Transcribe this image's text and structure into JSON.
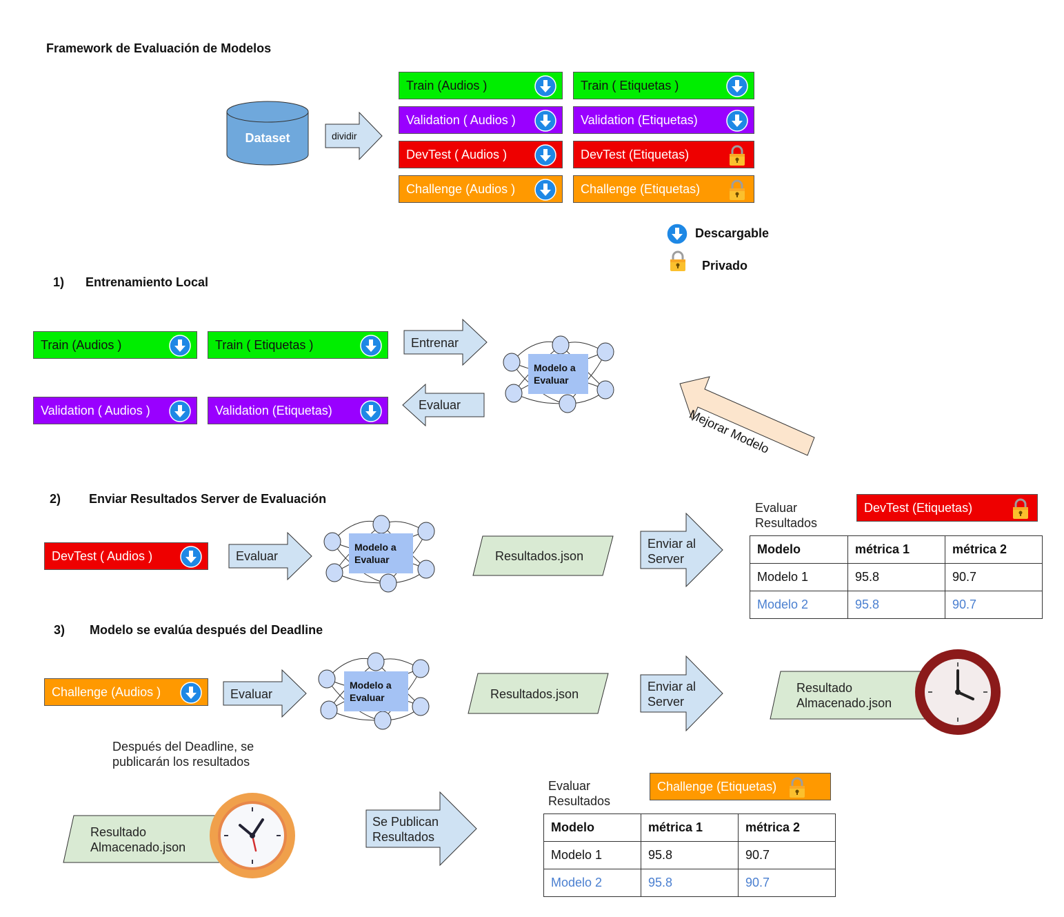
{
  "title": "Framework de Evaluación de Modelos",
  "dataset": {
    "label": "Dataset",
    "arrow_label": "dividir"
  },
  "splits": [
    {
      "audios": "Train (Audios )",
      "labels": "Train ( Etiquetas )"
    },
    {
      "audios": "Validation ( Audios )",
      "labels": "Validation (Etiquetas)"
    },
    {
      "audios": "DevTest  ( Audios )",
      "labels": "DevTest (Etiquetas)"
    },
    {
      "audios": "Challenge (Audios )",
      "labels": "Challenge (Etiquetas)"
    }
  ],
  "legend": {
    "download": "Descargable",
    "private": "Privado"
  },
  "colors": {
    "green": "#00ee00",
    "purple": "#9900ff",
    "red": "#ee0000",
    "orange": "#ff9900",
    "arrow": "#cfe2f3",
    "doc": "#d9ead3",
    "node": "#a4c2f4",
    "improve": "#fce5cd"
  },
  "step1": {
    "num": "1)",
    "title": "Entrenamiento Local",
    "train_audios": "Train (Audios )",
    "train_labels": "Train ( Etiquetas )",
    "val_audios": "Validation ( Audios )",
    "val_labels": "Validation (Etiquetas)",
    "train_arrow": "Entrenar",
    "eval_arrow": "Evaluar",
    "model": [
      "Modelo a",
      "Evaluar"
    ],
    "improve": "Mejorar Modelo"
  },
  "step2": {
    "num": "2)",
    "title": "Enviar Resultados Server de Evaluación",
    "input": "DevTest  ( Audios )",
    "eval_arrow": "Evaluar",
    "model": [
      "Modelo a",
      "Evaluar"
    ],
    "results_file": "Resultados.json",
    "send_arrow": [
      "Enviar al",
      "Server"
    ],
    "eval_results": [
      "Evaluar",
      "Resultados"
    ],
    "private_labels": "DevTest (Etiquetas)",
    "table": {
      "headers": [
        "Modelo",
        "métrica 1",
        "métrica 2"
      ],
      "rows": [
        [
          "Modelo 1",
          "95.8",
          "90.7"
        ],
        [
          "Modelo 2",
          "95.8",
          "90.7"
        ]
      ]
    }
  },
  "step3": {
    "num": "3)",
    "title": "Modelo se evalúa después del Deadline",
    "input": "Challenge (Audios )",
    "eval_arrow": "Evaluar",
    "model": [
      "Modelo a",
      "Evaluar"
    ],
    "results_file": "Resultados.json",
    "send_arrow": [
      "Enviar al",
      "Server"
    ],
    "stored": [
      "Resultado",
      "Almacenado.json"
    ],
    "note": [
      "Después del Deadline, se",
      "publicarán los resultados"
    ],
    "stored2": [
      "Resultado",
      "Almacenado.json"
    ],
    "publish_arrow": [
      "Se Publican",
      "Resultados"
    ],
    "eval_results": [
      "Evaluar",
      "Resultados"
    ],
    "private_labels": "Challenge  (Etiquetas)",
    "table": {
      "headers": [
        "Modelo",
        "métrica 1",
        "métrica 2"
      ],
      "rows": [
        [
          "Modelo 1",
          "95.8",
          "90.7"
        ],
        [
          "Modelo 2",
          "95.8",
          "90.7"
        ]
      ]
    }
  }
}
